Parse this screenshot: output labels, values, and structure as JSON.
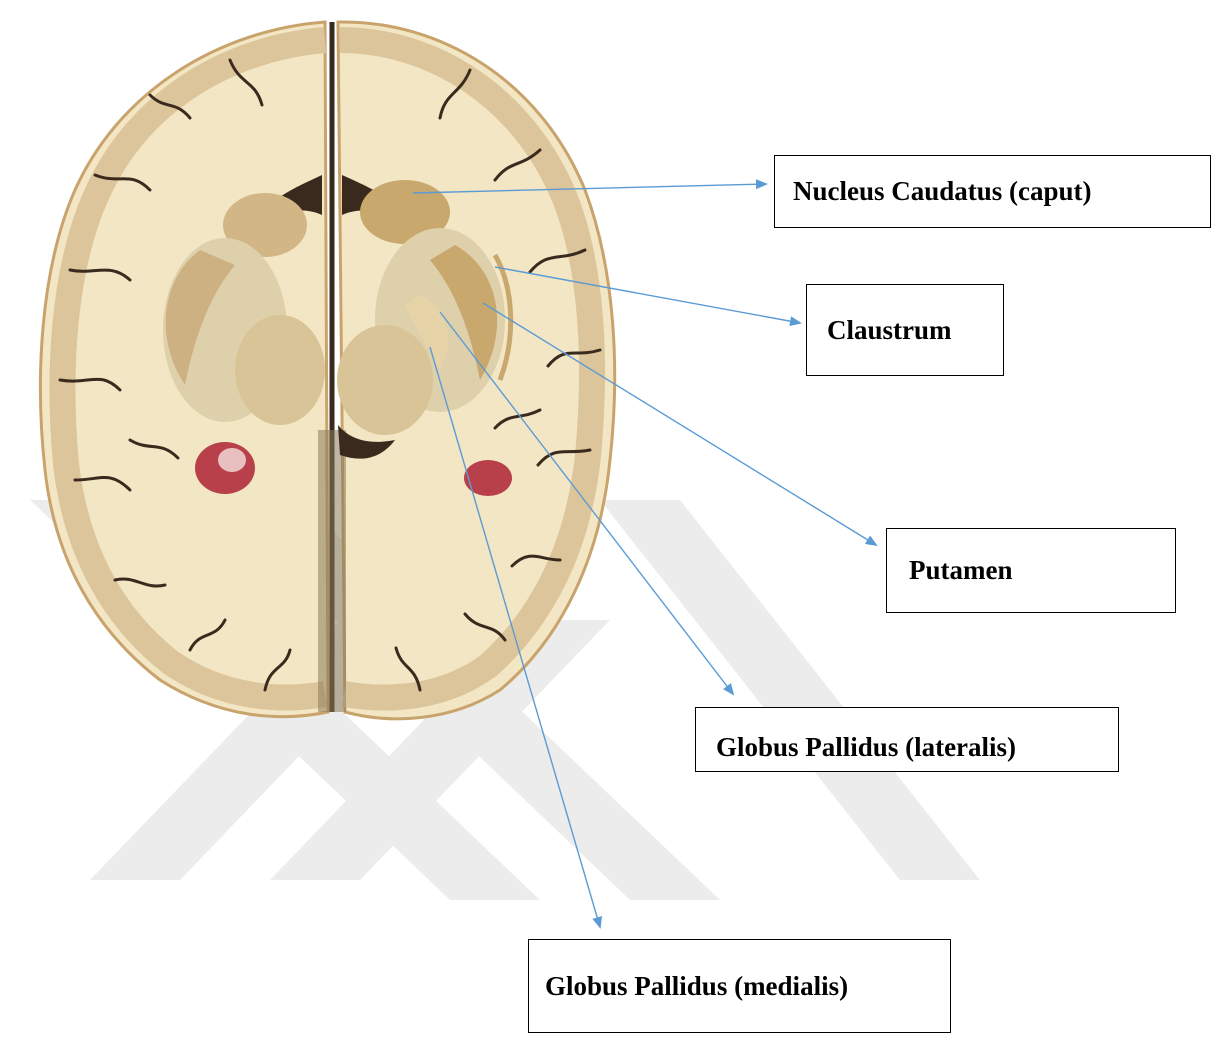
{
  "labels": {
    "nucleus_caudatus": "Nucleus Caudatus (caput)",
    "claustrum": "Claustrum",
    "putamen": "Putamen",
    "globus_pallidus_lateralis": "Globus Pallidus (lateralis)",
    "globus_pallidus_medialis": "Globus Pallidus (medialis)"
  },
  "colors": {
    "pointer_line": "#5b9bd5",
    "white_matter": "#f3e6c4",
    "grey_matter": "#d9bf8e",
    "sulcus": "#3a2a1e",
    "watermark": "#e9e9e9",
    "choroid_plexus": "#b8404a"
  }
}
